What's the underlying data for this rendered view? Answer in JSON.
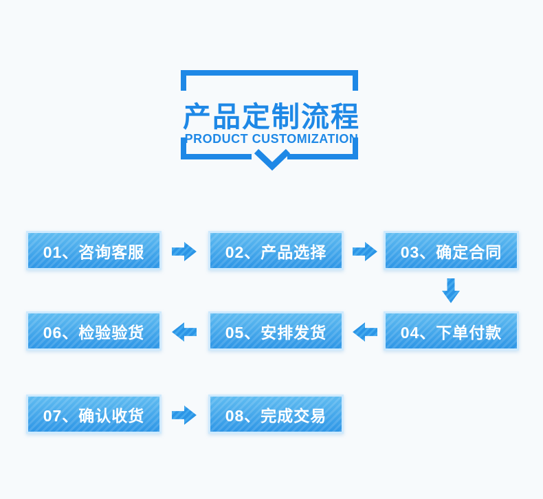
{
  "colors": {
    "accent": "#1e88e6",
    "background": "#f7fafc",
    "box_gradient_top": "#60bcf1",
    "box_gradient_bottom": "#2e96e6",
    "box_border": "#cfeafd",
    "arrow_blue": "#2f9ae8",
    "box_text": "#ffffff"
  },
  "header": {
    "title": "产品定制流程",
    "subtitle": "PRODUCT CUSTOMIZATION"
  },
  "steps": [
    {
      "number": "01",
      "label": "01、咨询客服"
    },
    {
      "number": "02",
      "label": "02、产品选择"
    },
    {
      "number": "03",
      "label": "03、确定合同"
    },
    {
      "number": "04",
      "label": "04、下单付款"
    },
    {
      "number": "05",
      "label": "05、安排发货"
    },
    {
      "number": "06",
      "label": "06、检验验货"
    },
    {
      "number": "07",
      "label": "07、确认收货"
    },
    {
      "number": "08",
      "label": "08、完成交易"
    }
  ],
  "connections": [
    "01→02",
    "02→03",
    "03↓04",
    "04←05",
    "05←06",
    "07→08"
  ]
}
